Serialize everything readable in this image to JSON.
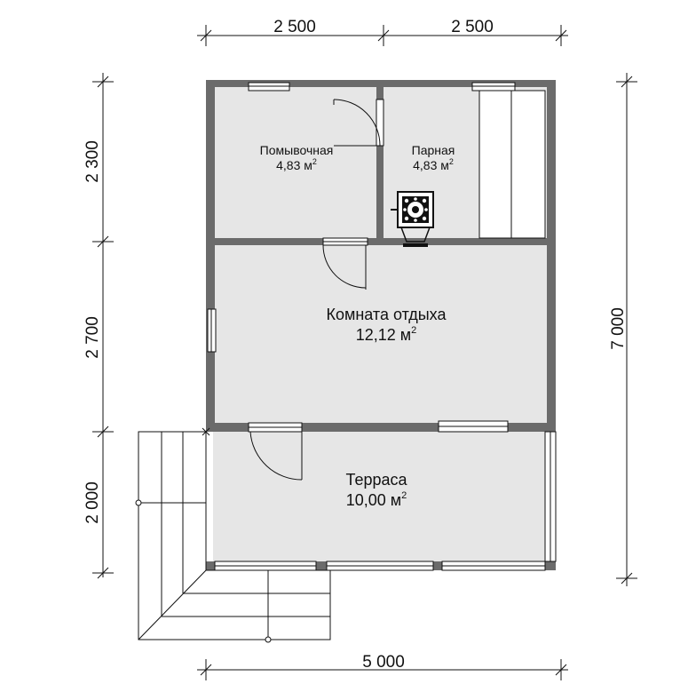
{
  "dimensions": {
    "top_left": "2 500",
    "top_right": "2 500",
    "bottom": "5 000",
    "left_top": "2 300",
    "left_middle": "2 700",
    "left_bottom": "2 000",
    "right_total": "7 000"
  },
  "rooms": {
    "washroom": {
      "name": "Помывочная",
      "area": "4,83 м",
      "unit_sup": "2"
    },
    "steam_room": {
      "name": "Парная",
      "area": "4,83 м",
      "unit_sup": "2"
    },
    "rest_room": {
      "name": "Комната отдыха",
      "area": "12,12 м",
      "unit_sup": "2"
    },
    "terrace": {
      "name": "Терраса",
      "area": "10,00 м",
      "unit_sup": "2"
    }
  },
  "colors": {
    "wall": "#6b6b6b",
    "floor": "#e6e6e6",
    "line": "#111111",
    "opening": "#ffffff"
  }
}
